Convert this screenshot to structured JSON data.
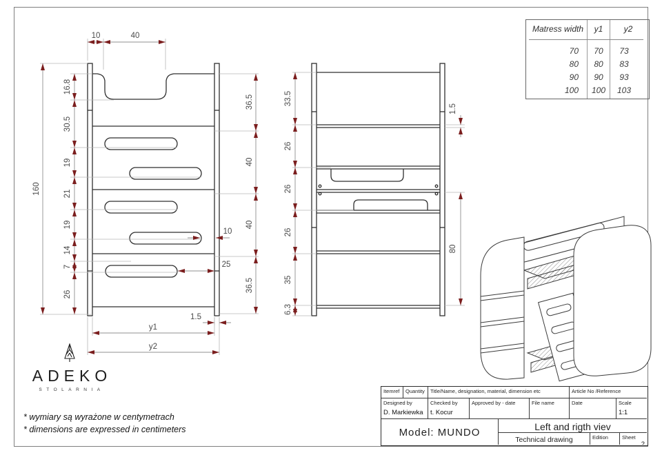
{
  "front_view": {
    "top_chain": [
      "10",
      "40"
    ],
    "left_chain": [
      "16.8",
      "30.5",
      "19",
      "21",
      "19",
      "14",
      "7",
      "26"
    ],
    "overall_height": "160",
    "right_chain": [
      "36.5",
      "40",
      "40",
      "36.5"
    ],
    "slot_inset": "10",
    "slot_to_edge": "25",
    "board_thickness": "1.5",
    "width_inner_label": "y1",
    "width_outer_label": "y2"
  },
  "side_view": {
    "left_chain": [
      "33.5",
      "26",
      "26",
      "26",
      "35",
      "6.3"
    ],
    "rail_thickness": "1.5",
    "lower_section_height": "80"
  },
  "mattress_table": {
    "col_headers": [
      "Matress width",
      "y1",
      "y2"
    ],
    "rows": [
      [
        "70",
        "70",
        "73"
      ],
      [
        "80",
        "80",
        "83"
      ],
      [
        "90",
        "90",
        "93"
      ],
      [
        "100",
        "100",
        "103"
      ]
    ]
  },
  "logo": {
    "brand": "ADEKO",
    "subtitle": "STOLARNIA"
  },
  "notes": {
    "line1": "* wymiary są wyrażone w centymetrach",
    "line2": "* dimensions are expressed in centimeters"
  },
  "title_block": {
    "itemref_label": "Itemref",
    "quantity_label": "Quantity",
    "title_name_label": "Title/Name, designation, material, dimension etc",
    "article_label": "Article No /Reference",
    "designed_label": "Designed by",
    "designed_value": "D. Markiewka",
    "checked_label": "Checked by",
    "checked_value": "t. Kocur",
    "approved_label": "Approved by - date",
    "file_label": "File name",
    "date_label": "Date",
    "scale_label": "Scale",
    "scale_value": "1:1",
    "model": "Model: MUNDO",
    "view_title": "Left and rigth viev",
    "drawing_type": "Technical drawing",
    "edition_label": "Edition",
    "sheet_label": "Sheet",
    "sheet_value": "2"
  },
  "colors": {
    "arrow": "#7b1e1e",
    "drawing_line": "#2e2e2e",
    "dim_line": "#8f8f8f",
    "dim_text": "#4a4a4a"
  }
}
